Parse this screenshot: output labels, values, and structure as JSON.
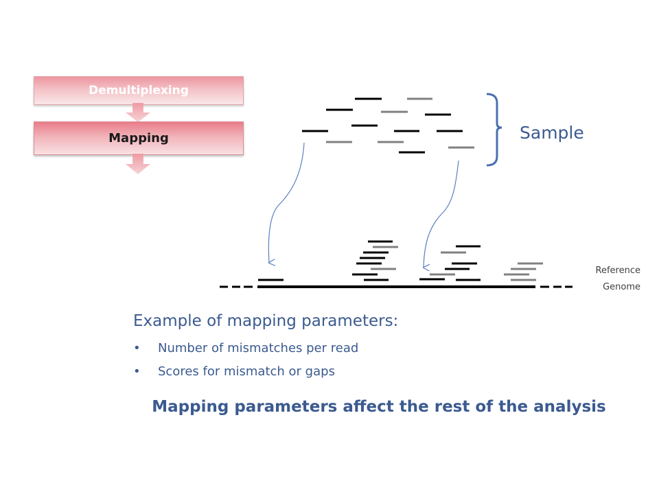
{
  "workflow": {
    "steps": [
      {
        "label": "Demultiplexing"
      },
      {
        "label": "Mapping"
      }
    ]
  },
  "diagram": {
    "sample_label": "Sample",
    "reference_label_line1": "Reference",
    "reference_label_line2": "Genome",
    "colors": {
      "read_black": "#000000",
      "read_gray": "#808080",
      "bracket_blue": "#4a6fb0",
      "arrow_blue": "#5a7fc0"
    }
  },
  "parameters": {
    "title": "Example of mapping parameters:",
    "items": [
      {
        "label": "Number of mismatches per read"
      },
      {
        "label": "Scores for mismatch or gaps"
      }
    ]
  },
  "conclusion": "Mapping parameters affect the rest of the analysis",
  "colors": {
    "text_blue": "#3b5a8f",
    "step_pink": "#f1b3b9"
  }
}
